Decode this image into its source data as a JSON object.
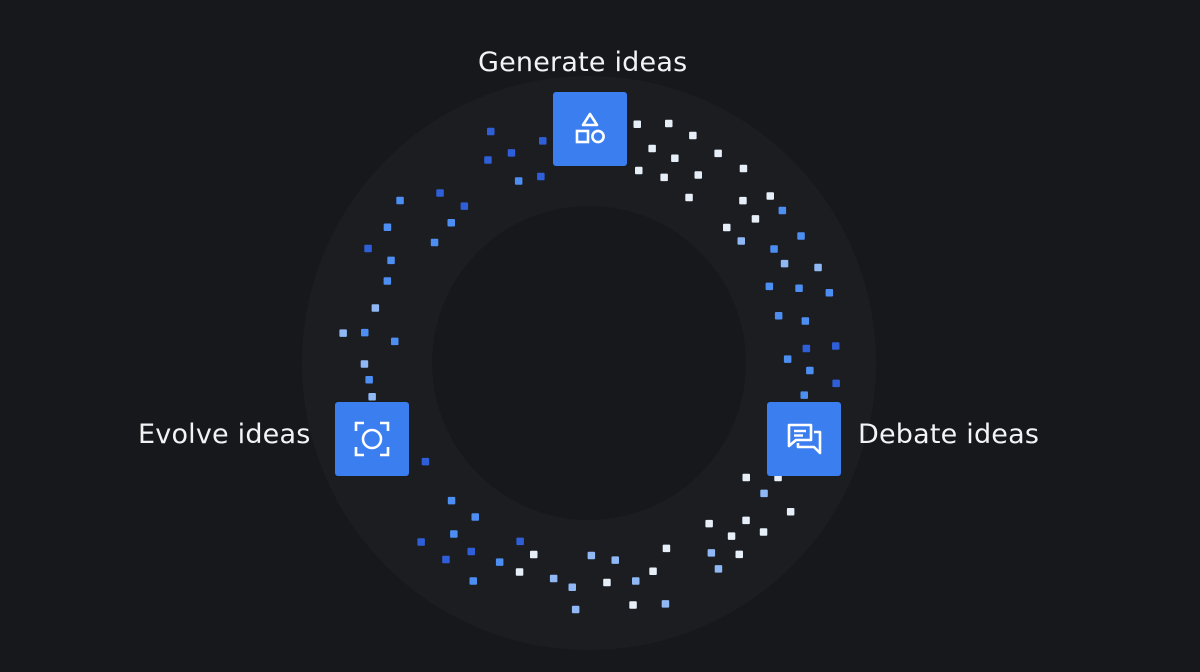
{
  "cycle": {
    "steps": [
      {
        "label": "Generate ideas",
        "icon": "shapes-icon"
      },
      {
        "label": "Debate ideas",
        "icon": "chat-bubbles-icon"
      },
      {
        "label": "Evolve ideas",
        "icon": "focus-frame-icon"
      }
    ]
  },
  "colors": {
    "background": "#17181c",
    "node_fill": "#3a7ef0",
    "dot_pale": "#e6eef8",
    "dot_light_blue": "#8fb8f5",
    "dot_blue": "#4d8ef3",
    "dot_deep_blue": "#2f5fd8",
    "ring_glow": "#23252b"
  }
}
